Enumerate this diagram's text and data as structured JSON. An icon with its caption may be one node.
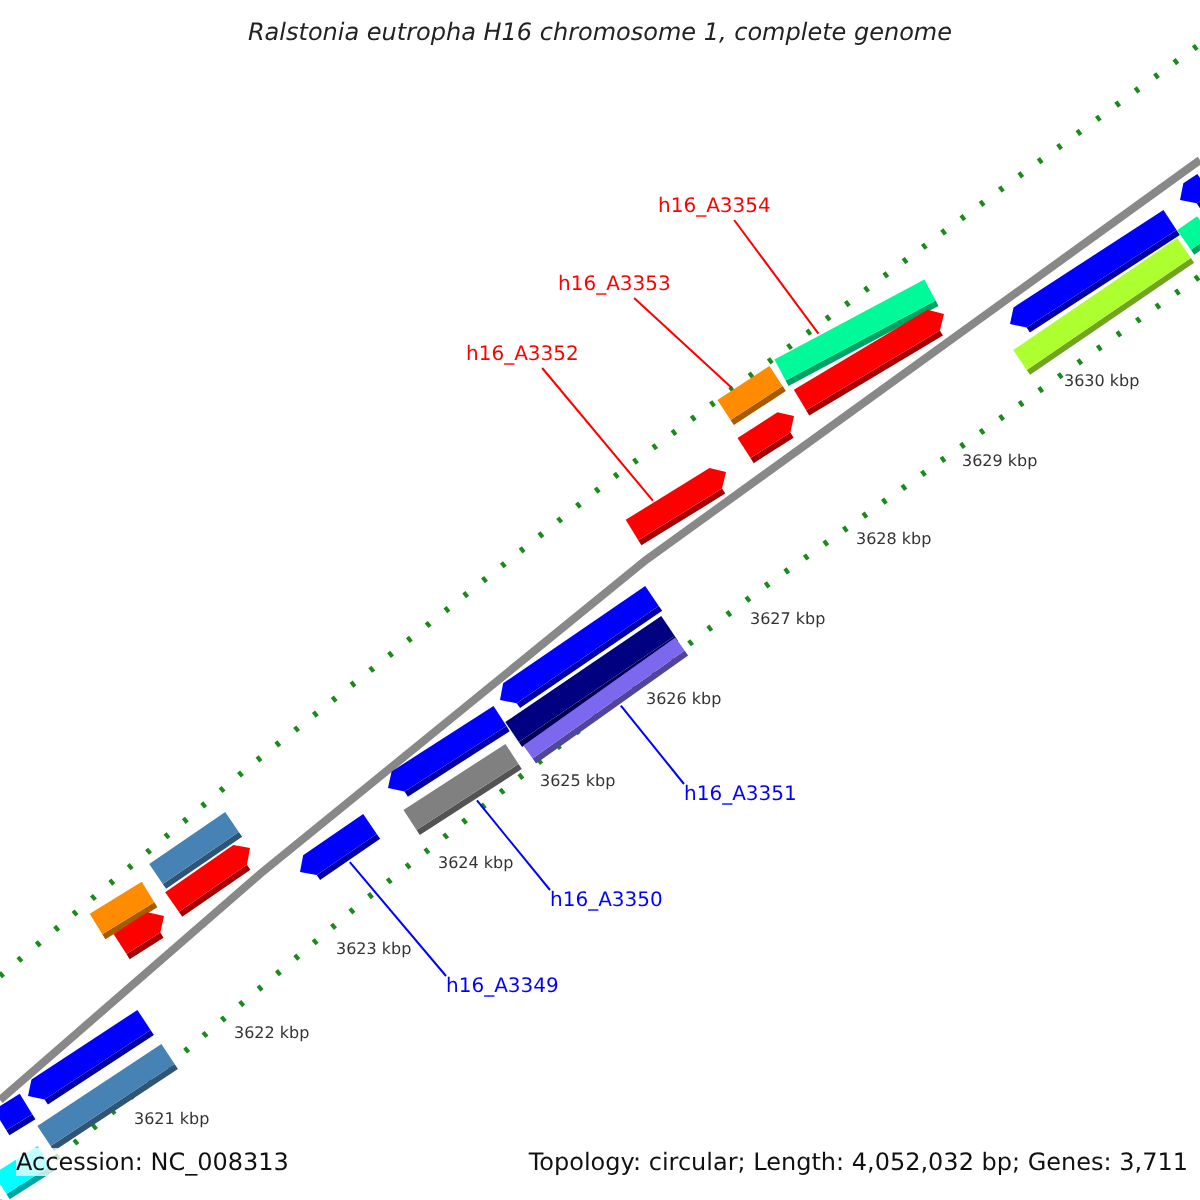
{
  "diagram": {
    "title": "Ralstonia eutropha H16 chromosome 1, complete genome",
    "nodes": [
      {
        "text": [
          "h16_A3354"
        ]
      },
      {
        "text": [
          "h16_A3353"
        ]
      },
      {
        "text": [
          "h16_A3352"
        ]
      },
      {
        "text": [
          "h16_A3351"
        ]
      },
      {
        "text": [
          "h16_A3350"
        ]
      },
      {
        "text": [
          "h16_A3349"
        ]
      },
      {
        "text": [],
        "shape": "bar"
      },
      {
        "text": [],
        "shape": "bar"
      },
      {
        "text": [],
        "shape": "bar"
      },
      {
        "text": [],
        "shape": "bar"
      },
      {
        "text": [],
        "shape": "bar"
      },
      {
        "text": [],
        "shape": "bar"
      },
      {
        "text": [],
        "shape": "bar"
      },
      {
        "text": [],
        "shape": "bar"
      },
      {
        "text": [],
        "shape": "bar"
      },
      {
        "text": [],
        "shape": "bar"
      },
      {
        "text": [],
        "shape": "bar"
      },
      {
        "text": [],
        "shape": "bar"
      },
      {
        "text": [],
        "shape": "bar"
      },
      {
        "text": [],
        "shape": "bar"
      },
      {
        "text": [],
        "shape": "bar"
      },
      {
        "text": [],
        "shape": "bar"
      },
      {
        "text": [],
        "shape": "bar"
      },
      {
        "text": [],
        "shape": "bar"
      },
      {
        "text": [],
        "shape": "bar"
      },
      {
        "text": [],
        "shape": "bar"
      },
      {
        "text": [],
        "shape": "bar"
      },
      {
        "text": [],
        "shape": "bar"
      },
      {
        "text": [],
        "shape": "bar"
      }
    ],
    "edges": [
      {
        "from": 0,
        "to": 23,
        "arrow": "none",
        "color": "#ff0000"
      },
      {
        "from": 1,
        "to": 21,
        "arrow": "none",
        "color": "#ff0000"
      },
      {
        "from": 2,
        "to": 20,
        "arrow": "none",
        "color": "#ff0000"
      },
      {
        "from": 3,
        "to": 19,
        "arrow": "none",
        "color": "#0000ff"
      },
      {
        "from": 4,
        "to": 16,
        "arrow": "none",
        "color": "#0000ff"
      },
      {
        "from": 5,
        "to": 14,
        "arrow": "none",
        "color": "#0000ff"
      }
    ],
    "labels": [
      "3630 kbp",
      "3629 kbp",
      "3628 kbp",
      "3627 kbp",
      "3626 kbp",
      "3625 kbp",
      "3624 kbp",
      "3623 kbp",
      "3622 kbp",
      "3621 kbp",
      "Accession: NC_008313",
      "Topology: circular; Length: 4,052,032 bp; Genes: 3,711"
    ]
  }
}
